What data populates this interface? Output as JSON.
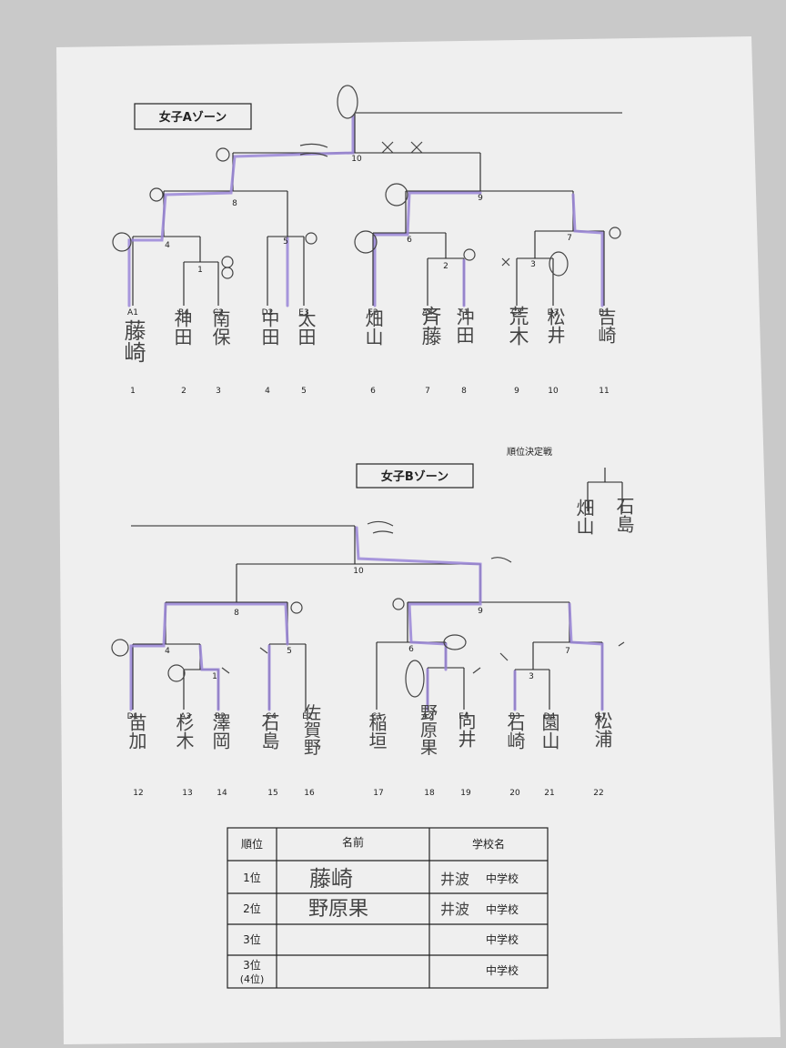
{
  "zone_a": {
    "title": "女子Aゾーン",
    "match_numbers": [
      "1",
      "2",
      "3",
      "4",
      "5",
      "6",
      "7",
      "8",
      "9",
      "10"
    ],
    "players": [
      {
        "seed": "A1",
        "name": "藤崎",
        "num": "1"
      },
      {
        "seed": "B4",
        "name": "神田",
        "num": "2"
      },
      {
        "seed": "C2",
        "name": "南保",
        "num": "3"
      },
      {
        "seed": "D2",
        "name": "中田",
        "num": "4"
      },
      {
        "seed": "E3",
        "name": "太田",
        "num": "5"
      },
      {
        "seed": "E2",
        "name": "畑山",
        "num": "6"
      },
      {
        "seed": "A4",
        "name": "斉藤",
        "num": "7"
      },
      {
        "seed": "F1",
        "name": "沖田",
        "num": "8"
      },
      {
        "seed": "C3",
        "name": "荒木",
        "num": "9"
      },
      {
        "seed": "D3",
        "name": "松井",
        "num": "10"
      },
      {
        "seed": "B1",
        "name": "吉崎",
        "num": "11"
      }
    ]
  },
  "zone_b": {
    "title": "女子Bゾーン",
    "match_numbers": [
      "1",
      "3",
      "4",
      "5",
      "6",
      "7",
      "8",
      "9",
      "10"
    ],
    "players": [
      {
        "seed": "D1",
        "name": "苗加",
        "num": "12"
      },
      {
        "seed": "A3",
        "name": "杉木",
        "num": "13"
      },
      {
        "seed": "B2",
        "name": "澤岡",
        "num": "14"
      },
      {
        "seed": "C4",
        "name": "石島",
        "num": "15"
      },
      {
        "seed": "E1",
        "name": "佐賀野",
        "num": "16"
      },
      {
        "seed": "C1",
        "name": "稲垣",
        "num": "17"
      },
      {
        "seed": "A2",
        "name": "野原果",
        "num": "18"
      },
      {
        "seed": "E4",
        "name": "向井",
        "num": "19"
      },
      {
        "seed": "B3",
        "name": "石崎",
        "num": "20"
      },
      {
        "seed": "D4",
        "name": "園山",
        "num": "21"
      },
      {
        "seed": "G1",
        "name": "松浦",
        "num": "22"
      }
    ]
  },
  "placement_match": {
    "title": "順位決定戦",
    "left": "畑山",
    "right": "石島"
  },
  "results_table": {
    "headers": [
      "順位",
      "名前",
      "学校名"
    ],
    "rows": [
      {
        "rank": "1位",
        "name": "藤崎",
        "school_hand": "井波",
        "school_suffix": "中学校"
      },
      {
        "rank": "2位",
        "name": "野原果",
        "school_hand": "井波",
        "school_suffix": "中学校"
      },
      {
        "rank": "3位",
        "name": "",
        "school_hand": "",
        "school_suffix": "中学校"
      },
      {
        "rank": "3位",
        "rank2": "(4位)",
        "name": "",
        "school_hand": "",
        "school_suffix": "中学校"
      }
    ]
  },
  "colors": {
    "paper": "#efefef",
    "ink": "#222222",
    "winner_line": "#9a86d8",
    "pencil": "#444444"
  }
}
